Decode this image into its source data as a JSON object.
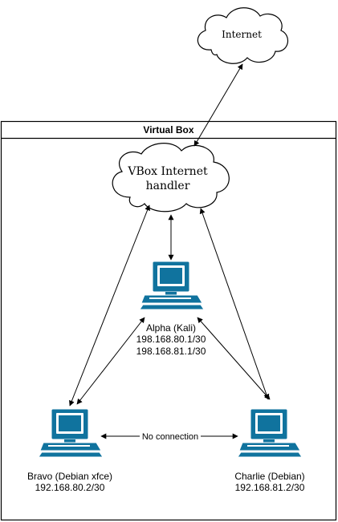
{
  "nodes": {
    "internet": {
      "label": "Internet",
      "shape": "cloud"
    },
    "vbox_handler": {
      "label_line1": "VBox Internet",
      "label_line2": "handler",
      "shape": "cloud"
    },
    "alpha": {
      "name": "Alpha (Kali)",
      "ip1": "198.168.80.1/30",
      "ip2": "198.168.81.1/30",
      "icon": "computer-icon"
    },
    "bravo": {
      "name": "Bravo (Debian xfce)",
      "ip": "192.168.80.2/30",
      "icon": "computer-icon"
    },
    "charlie": {
      "name": "Charlie (Debian)",
      "ip": "192.168.81.2/30",
      "icon": "computer-icon"
    }
  },
  "container": {
    "title": "Virtual Box"
  },
  "edges": {
    "no_connection_label": "No connection"
  },
  "colors": {
    "computer": "#10739E",
    "stroke": "#000000",
    "background": "#ffffff"
  }
}
